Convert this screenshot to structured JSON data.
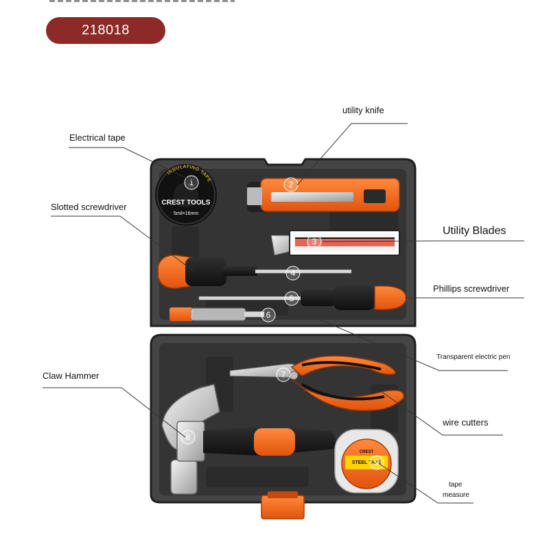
{
  "model_code": "218018",
  "brand": {
    "tape_brand": "CREST TOOLS",
    "tape_ring_text": "INSULATING TAPE",
    "tape_size": "5mil×16mm",
    "measure_brand": "CREST",
    "measure_text": "STEEL TAPE"
  },
  "colors": {
    "accent": "#ff6a1a",
    "badge": "#8b2a26",
    "case": "#3a3a3a"
  },
  "numbers": [
    "1",
    "2",
    "3",
    "4",
    "5",
    "6",
    "7",
    "8",
    "9"
  ],
  "labels": {
    "electrical_tape": "Electrical tape",
    "utility_knife": "utility knife",
    "slotted_screwdriver": "Slotted screwdriver",
    "utility_blades": "Utility Blades",
    "phillips_screwdriver": "Phillips screwdriver",
    "transparent_pen": "Transparent electric pen",
    "claw_hammer": "Claw Hammer",
    "wire_cutters": "wire cutters",
    "tape_measure_1": "tape",
    "tape_measure_2": "measure"
  }
}
